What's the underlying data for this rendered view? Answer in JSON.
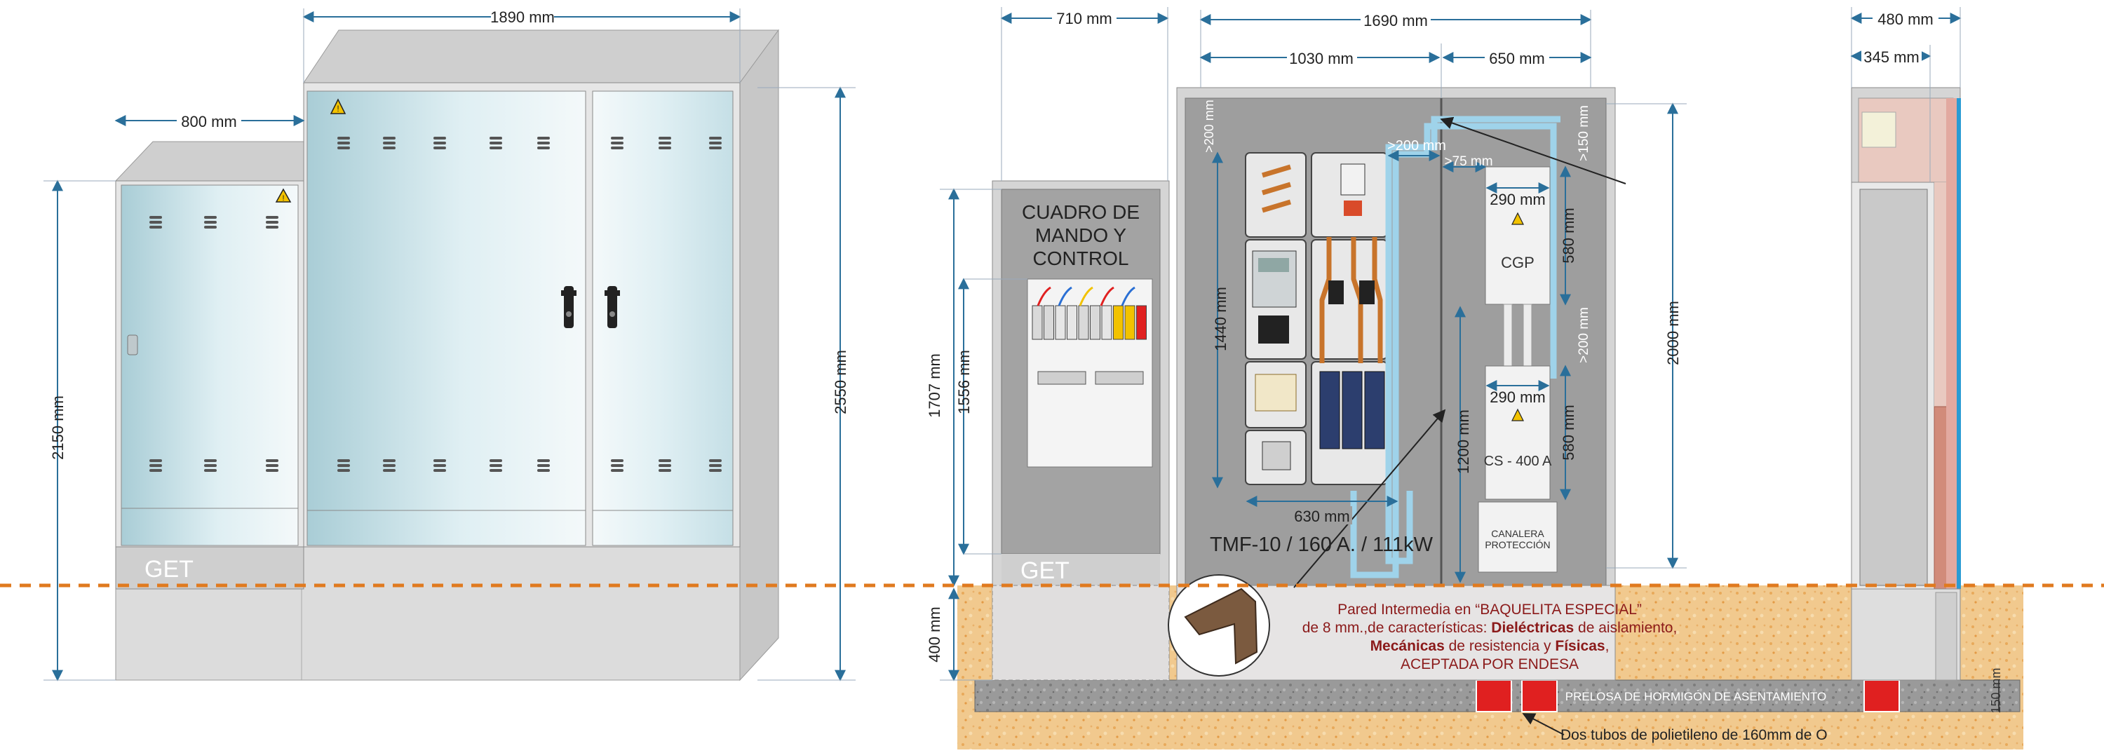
{
  "colors": {
    "door_light": "#dfeff3",
    "door_dark": "#a9cdd6",
    "cabinet_grey": "#d9d9d9",
    "interior_grey": "#9e9e9e",
    "ground_line": "#e07a1f",
    "soil": "#f1c98e",
    "note_red": "#8b1a1a",
    "duct_red": "#e02020",
    "pipe_blue": "#9fd3ea",
    "dim_blue": "#2a6f9a"
  },
  "dims": {
    "w1890": "1890 mm",
    "w800": "800 mm",
    "h2150": "2150 mm",
    "h2550": "2550 mm",
    "w710": "710 mm",
    "w1690": "1690 mm",
    "w1030": "1030 mm",
    "w650": "650 mm",
    "h1707": "1707 mm",
    "h1556": "1556 mm",
    "h400": "400 mm",
    "g200a": ">200 mm",
    "h1440": "1440 mm",
    "g200b": ">200 mm",
    "g75": ">75 mm",
    "g150": ">150 mm",
    "w290a": "290 mm",
    "h580a": "580 mm",
    "g200c": ">200 mm",
    "w290b": "290 mm",
    "h580b": "580 mm",
    "h1200": "1200 mm",
    "h2000": "2000 mm",
    "w630": "630 mm",
    "w480": "480 mm",
    "w345": "345 mm",
    "h150": "150 mm"
  },
  "labels": {
    "get_left": "GET",
    "get_front": "GET",
    "cuadro": [
      "CUADRO DE",
      "MANDO Y",
      "CONTROL"
    ],
    "cgp": "CGP",
    "cs": "CS - 400 A",
    "canalera": [
      "CANALERA",
      "PROTECCIÓN"
    ],
    "tmf": "TMF-10 / 160 A. / 111kW",
    "prelosa": "PRELOSA DE HORMIGÓN DE ASENTAMIENTO",
    "tubos": "Dos tubos de polietileno de 160mm de O"
  },
  "note": {
    "l1": "Pared Intermedia en “BAQUELITA ESPECIAL”",
    "l2_a": "de 8 mm.,de características: ",
    "l2_b": "Dieléctricas",
    "l2_c": " de aislamiento,",
    "l3_a": "Mecánicas",
    "l3_b": " de resistencia y ",
    "l3_c": "Físicas",
    "l3_d": ",",
    "l4": "ACEPTADA POR ENDESA"
  }
}
